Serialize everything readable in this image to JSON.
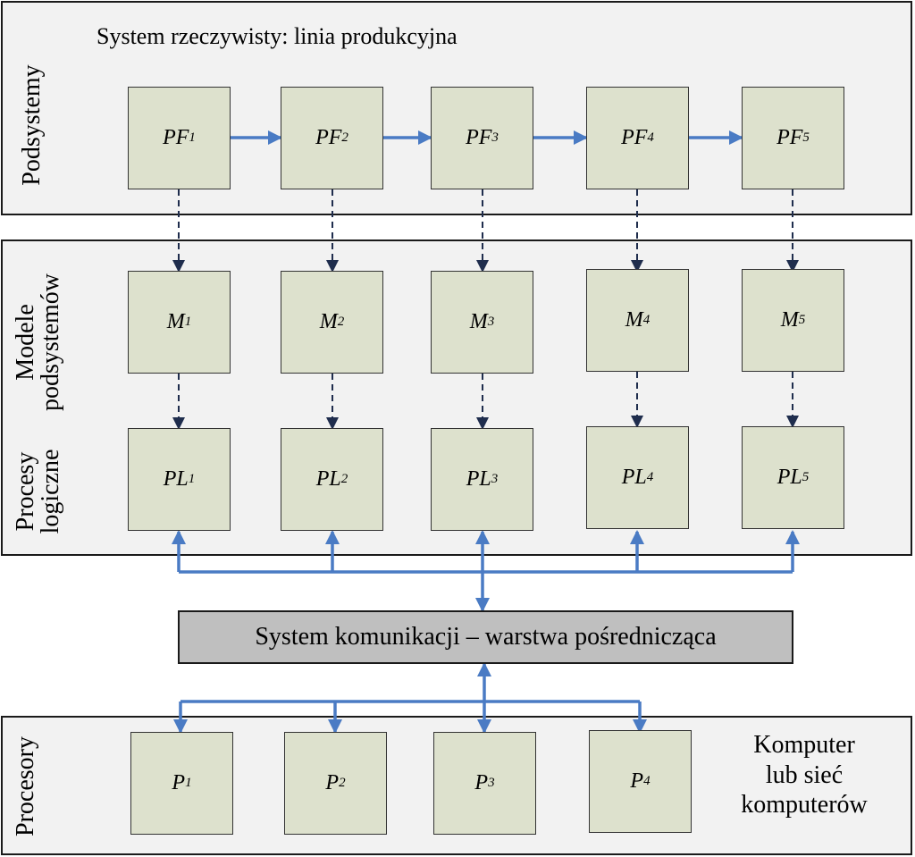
{
  "top_panel": {
    "title": "System rzeczywisty: linia produkcyjna",
    "side_label": "Podsystemy",
    "boxes": [
      {
        "main": "PF",
        "sub": "1"
      },
      {
        "main": "PF",
        "sub": "2"
      },
      {
        "main": "PF",
        "sub": "3"
      },
      {
        "main": "PF",
        "sub": "4"
      },
      {
        "main": "PF",
        "sub": "5"
      }
    ]
  },
  "middle_panel": {
    "models_label_line1": "Modele",
    "models_label_line2": "podsystemów",
    "processes_label_line1": "Procesy",
    "processes_label_line2": "logiczne",
    "models": [
      {
        "main": "M",
        "sub": "1"
      },
      {
        "main": "M",
        "sub": "2"
      },
      {
        "main": "M",
        "sub": "3"
      },
      {
        "main": "M",
        "sub": "4"
      },
      {
        "main": "M",
        "sub": "5"
      }
    ],
    "processes": [
      {
        "main": "PL",
        "sub": "1"
      },
      {
        "main": "PL",
        "sub": "2"
      },
      {
        "main": "PL",
        "sub": "3"
      },
      {
        "main": "PL",
        "sub": "4"
      },
      {
        "main": "PL",
        "sub": "5"
      }
    ]
  },
  "communication": {
    "label": "System komunikacji – warstwa pośrednicząca"
  },
  "bottom_panel": {
    "side_label": "Procesory",
    "processors": [
      {
        "main": "P",
        "sub": "1"
      },
      {
        "main": "P",
        "sub": "2"
      },
      {
        "main": "P",
        "sub": "3"
      },
      {
        "main": "P",
        "sub": "4"
      }
    ],
    "computer_line1": "Komputer",
    "computer_line2": "lub sieć",
    "computer_line3": "komputerów"
  },
  "colors": {
    "arrow_blue": "#4a7bc4",
    "arrow_dashed": "#1f2d4d",
    "box_fill": "#dde1cd",
    "panel_fill": "#f2f2f2",
    "comm_fill": "#bfbfbf"
  }
}
